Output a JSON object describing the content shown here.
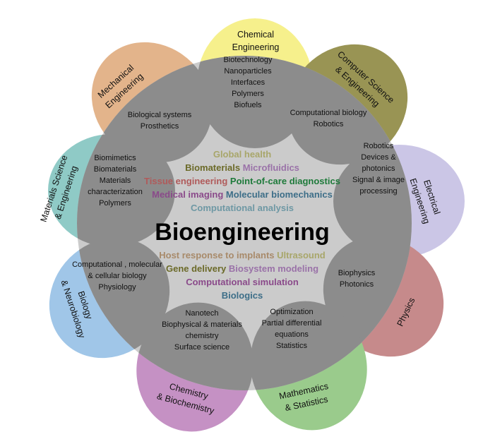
{
  "title": "Bioengineering",
  "petals": [
    {
      "name": "Chemical Engineering",
      "lines": [
        "Chemical",
        "Engineering"
      ],
      "color": "#f6f08c",
      "items": [
        "Biotechnology",
        "Nanoparticles",
        "Interfaces",
        "Polymers",
        "Biofuels"
      ]
    },
    {
      "name": "Computer Science & Engineering",
      "lines": [
        "Computer Science",
        "& Engineering"
      ],
      "color": "#999454",
      "items": [
        "Computational biology",
        "Robotics"
      ]
    },
    {
      "name": "Electrical Engineering",
      "lines": [
        "Electrical",
        "Engineering"
      ],
      "color": "#cbc6e6",
      "items": [
        "Robotics",
        "Devices &",
        "photonics",
        "Signal & image",
        "processing"
      ]
    },
    {
      "name": "Physics",
      "lines": [
        "Physics"
      ],
      "color": "#c68a8b",
      "items": [
        "Biophysics",
        "Photonics"
      ]
    },
    {
      "name": "Mathematics & Statistics",
      "lines": [
        "Mathematics",
        "& Statistics"
      ],
      "color": "#9acb8c",
      "items": [
        "Optimization",
        "Partial differential",
        "equations",
        "Statistics"
      ]
    },
    {
      "name": "Chemistry & Biochemistry",
      "lines": [
        "Chemistry",
        "& Biochemistry"
      ],
      "color": "#c591c4",
      "items": [
        "Nanotech",
        "Biophysical & materials",
        "chemistry",
        "Surface science"
      ]
    },
    {
      "name": "Biology & Neurobiology",
      "lines": [
        "Biology",
        "& Neurobiology"
      ],
      "color": "#a0c6e8",
      "items": [
        "Computational , molecular",
        "& cellular biology",
        "Physiology"
      ]
    },
    {
      "name": "Materials Science & Engineering",
      "lines": [
        "Materials Science",
        "& Engineering"
      ],
      "color": "#8fcac6",
      "items": [
        "Biomimetics",
        "Biomaterials",
        "Materials",
        "characterization",
        "Polymers"
      ]
    },
    {
      "name": "Mechanical Engineering",
      "lines": [
        "Mechanical",
        "Engineering"
      ],
      "color": "#e3b48b",
      "items": [
        "Biological systems",
        "Prosthetics"
      ]
    }
  ],
  "keywords_top": [
    [
      {
        "t": "Global health",
        "c": "#a8a66a"
      }
    ],
    [
      {
        "t": "Biomaterials",
        "c": "#6b6a28"
      },
      {
        "t": "Microfluidics",
        "c": "#9a72a8"
      }
    ],
    [
      {
        "t": "Tissue engineering",
        "c": "#b05a5a"
      },
      {
        "t": "Point-of-care diagnostics",
        "c": "#1e7a3a"
      }
    ],
    [
      {
        "t": "Medical imaging",
        "c": "#8a4a8a"
      },
      {
        "t": "Molecular biomechanics",
        "c": "#3d6e88"
      }
    ],
    [
      {
        "t": "Computational analysis",
        "c": "#6e98a4"
      }
    ]
  ],
  "keywords_bottom": [
    [
      {
        "t": "Host response to implants",
        "c": "#a88a6a"
      },
      {
        "t": "Ultrasound",
        "c": "#a8a66a"
      }
    ],
    [
      {
        "t": "Gene delivery",
        "c": "#6b6a28"
      },
      {
        "t": "Biosystem modeling",
        "c": "#9a72a8"
      }
    ],
    [
      {
        "t": "Computational simulation",
        "c": "#8a4a8a"
      }
    ],
    [
      {
        "t": "Biologics",
        "c": "#3d6e88"
      }
    ]
  ],
  "circle_color": "#cbcbcb",
  "overlap_color": "#8c8c8c"
}
